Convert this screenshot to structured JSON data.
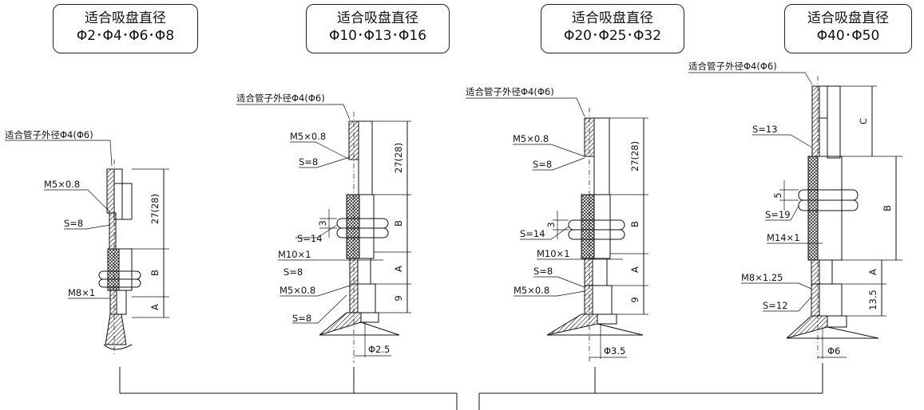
{
  "title_boxes": [
    {
      "line1": "适合吸盘直径",
      "line2": "Φ2･Φ4･Φ6･Φ8"
    },
    {
      "line1": "适合吸盘直径",
      "line2": "Φ10･Φ13･Φ16"
    },
    {
      "line1": "适合吸盘直径",
      "line2": "Φ20･Φ25･Φ32"
    },
    {
      "line1": "适合吸盘直径",
      "line2": "Φ40･Φ50"
    }
  ],
  "labels": {
    "tube_od": "适合管子外径Φ4(Φ6)",
    "m5": "M5×0.8",
    "m8": "M8×1",
    "m10": "M10×1",
    "m14": "M14×1",
    "m8_125": "M8×1.25",
    "s8": "S=8",
    "s12": "S=12",
    "s13": "S=13",
    "s14": "S=14",
    "s19": "S=19",
    "dim_27_28": "27(28)",
    "dim_a": "A",
    "dim_b": "B",
    "dim_c": "C",
    "dim_3": "3",
    "dim_5": "5",
    "dim_9": "9",
    "dim_13_5": "13.5",
    "phi_2_5": "Φ2.5",
    "phi_3_5": "Φ3.5",
    "phi_6": "Φ6"
  },
  "colors": {
    "line": "#111111",
    "hatch": "#111111",
    "background": "#ffffff"
  }
}
